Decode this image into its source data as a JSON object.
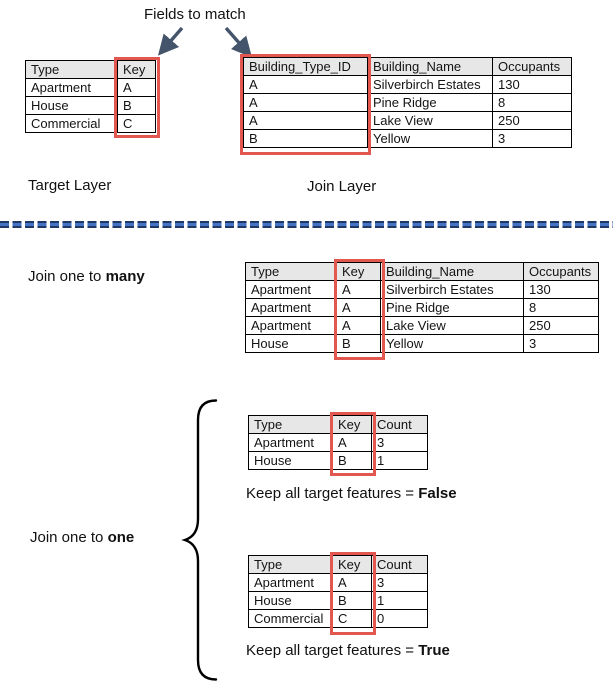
{
  "title": "Fields to match",
  "colors": {
    "red_highlight": "#E25850",
    "table_header_bg": "#E8E7E7",
    "arrow": "#44546A",
    "divider_dash_fill": "#4472C4",
    "divider_dash_border": "#1F3864"
  },
  "target_layer": {
    "label": "Target Layer",
    "table": {
      "headers": [
        "Type",
        "Key"
      ],
      "rows": [
        [
          "Apartment",
          "A"
        ],
        [
          "House",
          "B"
        ],
        [
          "Commercial",
          "C"
        ]
      ]
    }
  },
  "join_layer": {
    "label": "Join Layer",
    "table": {
      "headers": [
        "Building_Type_ID",
        "Building_Name",
        "Occupants"
      ],
      "rows": [
        [
          "A",
          "Silverbirch Estates",
          "130"
        ],
        [
          "A",
          "Pine Ridge",
          "8"
        ],
        [
          "A",
          "Lake View",
          "250"
        ],
        [
          "B",
          "Yellow",
          "3"
        ]
      ]
    }
  },
  "join_one_to_many": {
    "label_prefix": "Join one to ",
    "label_bold": "many",
    "table": {
      "headers": [
        "Type",
        "Key",
        "Building_Name",
        "Occupants"
      ],
      "rows": [
        [
          "Apartment",
          "A",
          "Silverbirch Estates",
          "130"
        ],
        [
          "Apartment",
          "A",
          "Pine Ridge",
          "8"
        ],
        [
          "Apartment",
          "A",
          "Lake View",
          "250"
        ],
        [
          "House",
          "B",
          "Yellow",
          "3"
        ]
      ]
    }
  },
  "join_one_to_one": {
    "label_prefix": "Join one to ",
    "label_bold": "one",
    "false_case": {
      "table": {
        "headers": [
          "Type",
          "Key",
          "Count"
        ],
        "rows": [
          [
            "Apartment",
            "A",
            "3"
          ],
          [
            "House",
            "B",
            "1"
          ]
        ]
      },
      "caption_prefix": "Keep all target features = ",
      "caption_bold": "False"
    },
    "true_case": {
      "table": {
        "headers": [
          "Type",
          "Key",
          "Count"
        ],
        "rows": [
          [
            "Apartment",
            "A",
            "3"
          ],
          [
            "House",
            "B",
            "1"
          ],
          [
            "Commercial",
            "C",
            "0"
          ]
        ]
      },
      "caption_prefix": "Keep all target features = ",
      "caption_bold": "True"
    }
  }
}
